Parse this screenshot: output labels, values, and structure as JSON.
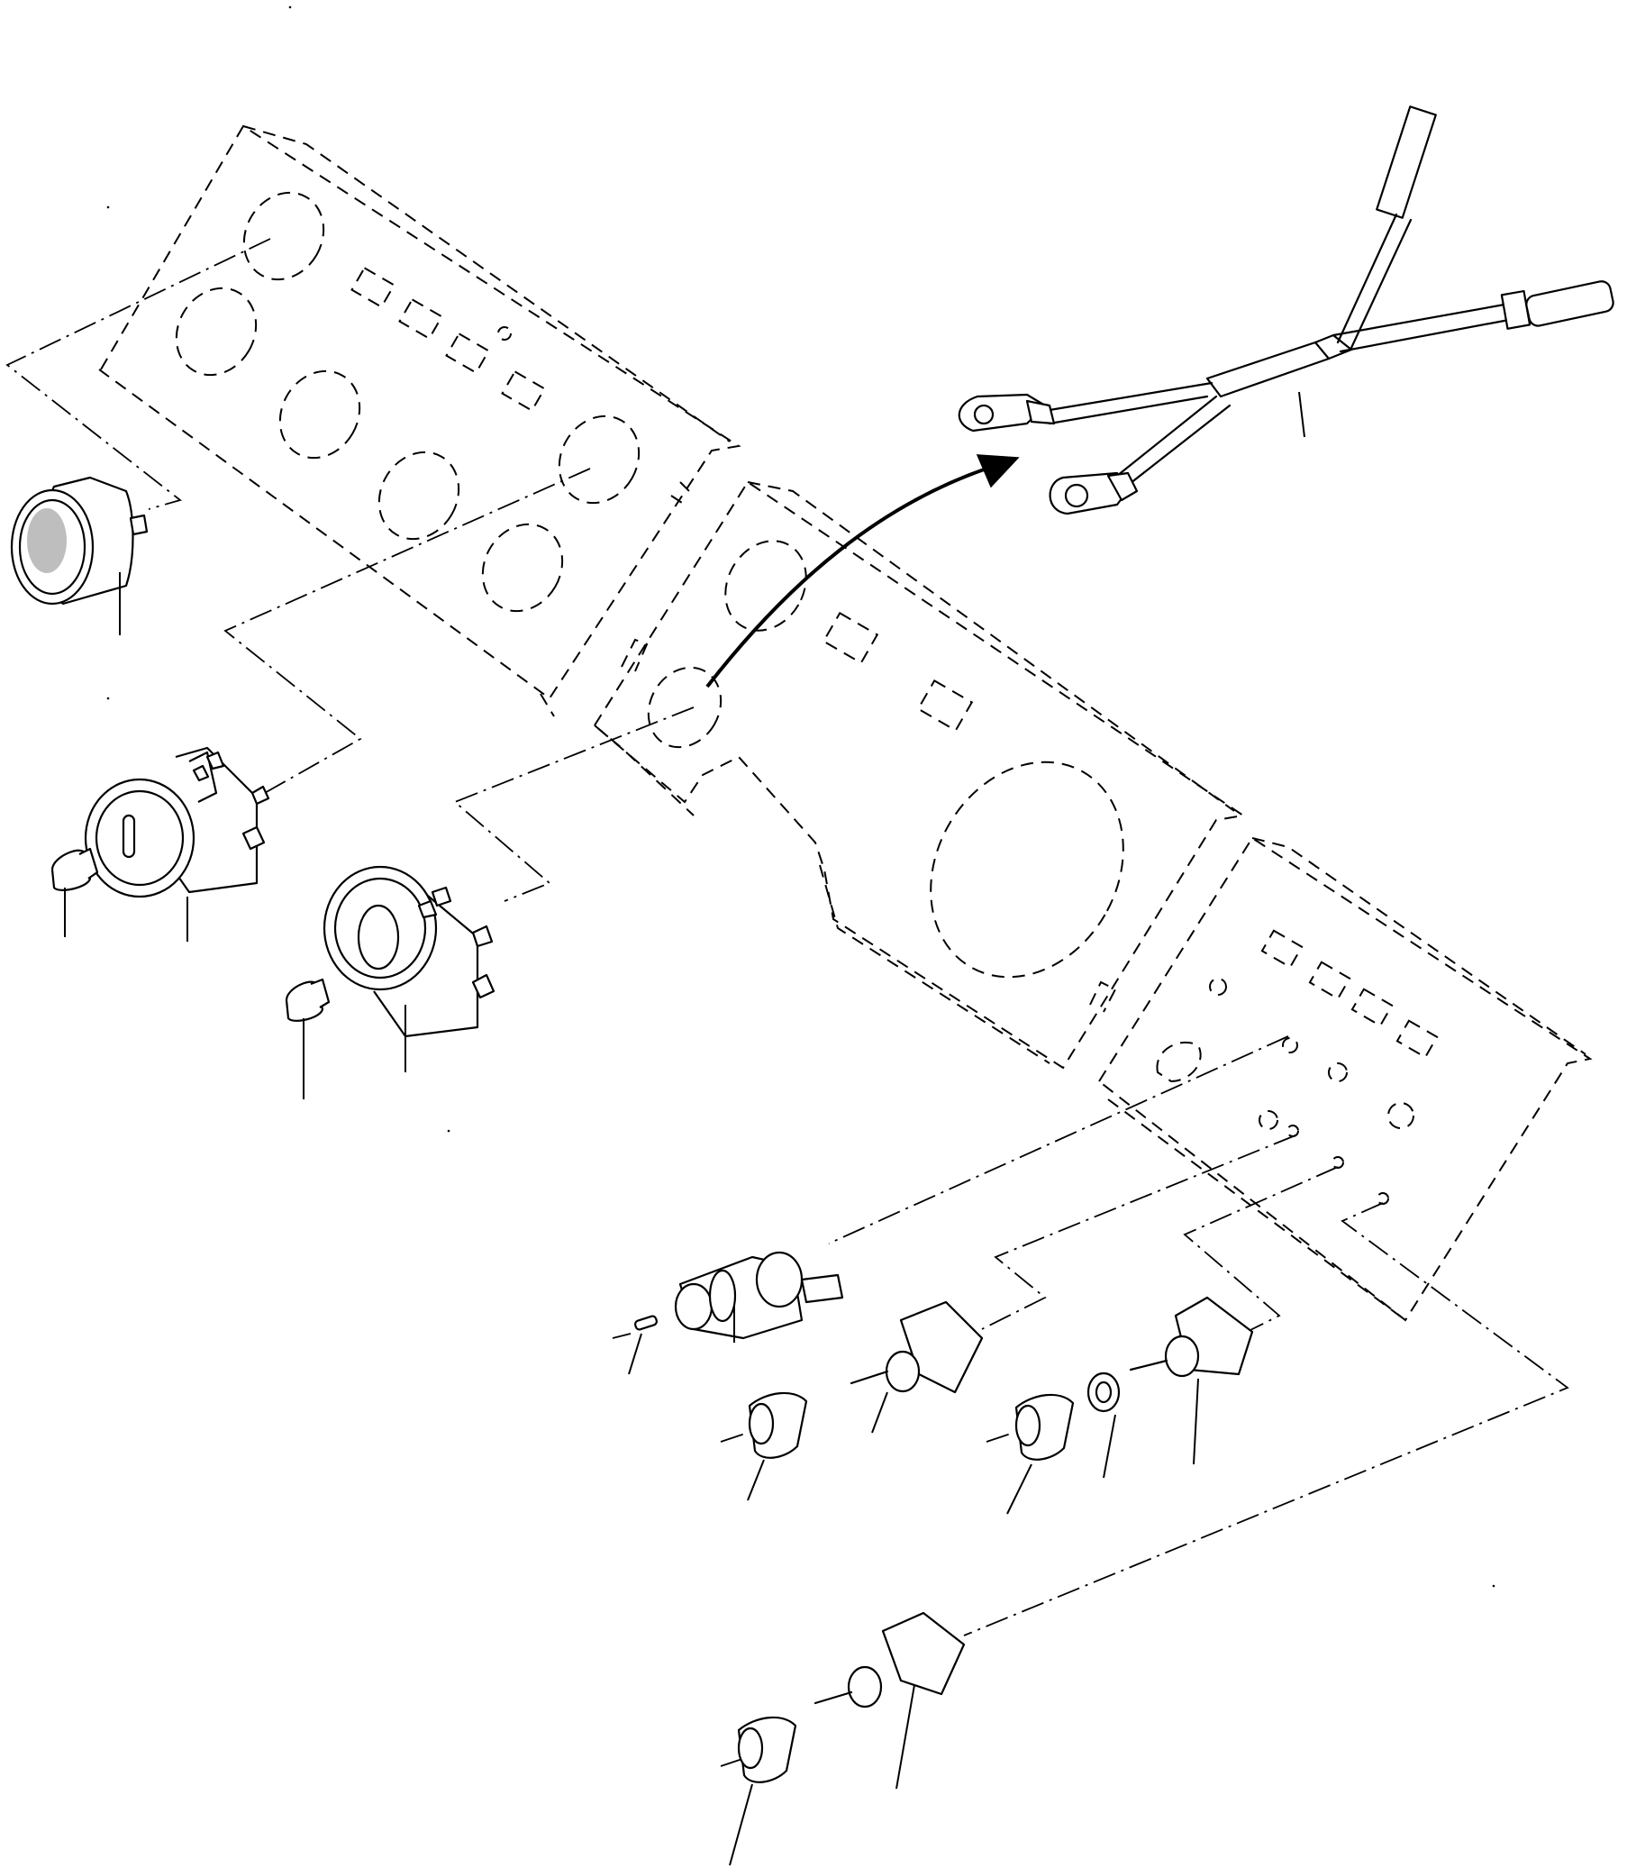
{
  "figure": {
    "colors": {
      "ink": "#000000",
      "paper": "#ffffff"
    },
    "parts": [
      "instrument-panel-left",
      "instrument-panel-center",
      "instrument-panel-right",
      "gauge-hourmeter",
      "gauge-fuel",
      "gauge-temperature",
      "indicator-bulb",
      "wiring-harness-y",
      "switch-push-pull",
      "switch-rotary",
      "switch-knob",
      "nut"
    ]
  }
}
